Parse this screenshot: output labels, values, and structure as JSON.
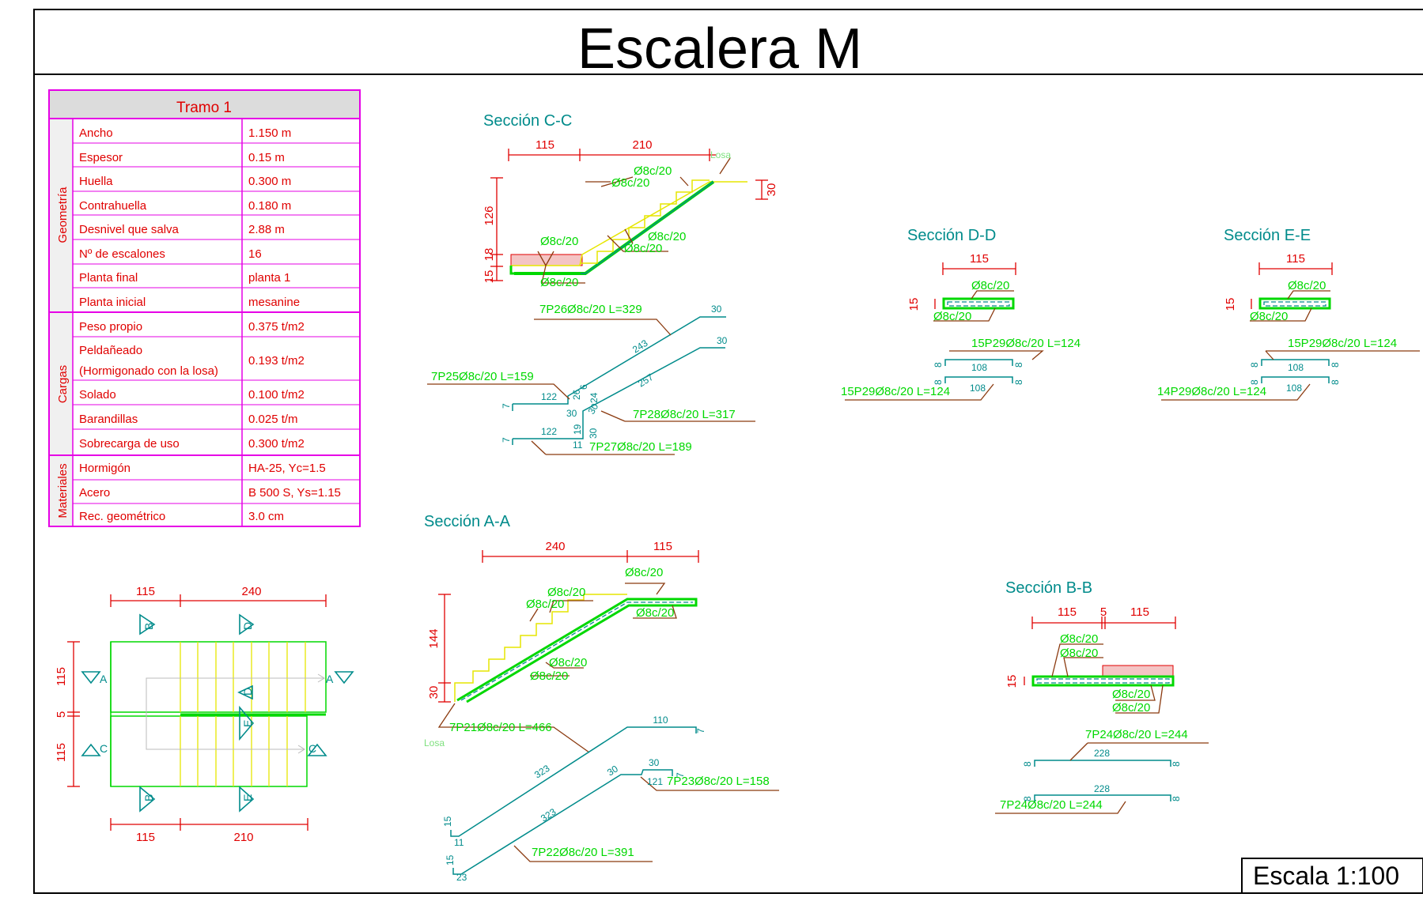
{
  "title": "Escalera M",
  "scale": "Escala 1:100",
  "table": {
    "header": "Tramo 1",
    "groups": [
      {
        "label": "Geometría",
        "rows": [
          {
            "k": "Ancho",
            "v": "1.150 m"
          },
          {
            "k": "Espesor",
            "v": "0.15 m"
          },
          {
            "k": "Huella",
            "v": "0.300 m"
          },
          {
            "k": "Contrahuella",
            "v": "0.180 m"
          },
          {
            "k": "Desnivel que salva",
            "v": "2.88 m"
          },
          {
            "k": "Nº de escalones",
            "v": "16"
          },
          {
            "k": "Planta final",
            "v": "planta 1"
          },
          {
            "k": "Planta inicial",
            "v": "mesanine"
          }
        ]
      },
      {
        "label": "Cargas",
        "rows": [
          {
            "k": "Peso propio",
            "v": "0.375 t/m2"
          },
          {
            "k": "Peldañeado",
            "k2": "(Hormigonado con la losa)",
            "v": "0.193 t/m2"
          },
          {
            "k": "Solado",
            "v": "0.100 t/m2"
          },
          {
            "k": "Barandillas",
            "v": "0.025 t/m"
          },
          {
            "k": "Sobrecarga de uso",
            "v": "0.300 t/m2"
          }
        ]
      },
      {
        "label": "Materiales",
        "rows": [
          {
            "k": "Hormigón",
            "v": "HA-25, Yc=1.5"
          },
          {
            "k": "Acero",
            "v": "B 500 S, Ys=1.15"
          },
          {
            "k": "Rec. geométrico",
            "v": "3.0 cm"
          }
        ]
      }
    ]
  },
  "plan": {
    "dims_top": [
      "115",
      "240"
    ],
    "dims_bottom": [
      "115",
      "210"
    ],
    "dims_left": [
      "115",
      "5",
      "115"
    ],
    "cut_labels": {
      "A": "A",
      "B": "B",
      "C": "C",
      "D": "D",
      "E": "E"
    }
  },
  "section_cc": {
    "title": "Sección C-C",
    "dims": [
      "115",
      "210",
      "30",
      "126",
      "18",
      "15"
    ],
    "losa": "Losa",
    "rebar": [
      "Ø8c/20",
      "Ø8c/20",
      "Ø8c/20",
      "Ø8c/20",
      "Ø8c/20",
      "Ø8c/20"
    ],
    "bars": {
      "b26": "7P26Ø8c/20 L=329",
      "b26_30": "30",
      "b26_243": "243",
      "b26_6": "6",
      "b25": "7P25Ø8c/20 L=159",
      "b25_122": "122",
      "b25_7": "7",
      "b25_30": "30",
      "b25_26": "26",
      "b28": "7P28Ø8c/20 L=317",
      "b28_257": "257",
      "b28_30": "30",
      "b28_24": "24",
      "b28_30b": "30",
      "b27": "7P27Ø8c/20 L=189",
      "b27_122": "122",
      "b27_7": "7",
      "b27_19": "19",
      "b27_30": "30",
      "b27_11": "11"
    }
  },
  "section_dd": {
    "title": "Sección D-D",
    "dim": "115",
    "thick": "15",
    "rebar": [
      "Ø8c/20",
      "Ø8c/20"
    ],
    "bar1": "15P29Ø8c/20 L=124",
    "bar2": "15P29Ø8c/20 L=124",
    "d108": "108",
    "d108b": "108",
    "d8": "8"
  },
  "section_ee": {
    "title": "Sección E-E",
    "dim": "115",
    "thick": "15",
    "rebar": [
      "Ø8c/20",
      "Ø8c/20"
    ],
    "bar1": "15P29Ø8c/20 L=124",
    "bar2": "14P29Ø8c/20 L=124",
    "d108": "108",
    "d108b": "108",
    "d8": "8"
  },
  "section_aa": {
    "title": "Sección A-A",
    "dims": [
      "240",
      "115",
      "144",
      "30"
    ],
    "losa": "Losa",
    "rebar": [
      "Ø8c/20",
      "Ø8c/20",
      "Ø8c/20",
      "Ø8c/20",
      "Ø8c/20",
      "Ø8c/20"
    ],
    "bars": {
      "b21": "7P21Ø8c/20 L=466",
      "b21_110": "110",
      "b21_7": "7",
      "b21_323": "323",
      "b21_15": "15",
      "b21_11": "11",
      "b23": "7P23Ø8c/20 L=158",
      "b23_30": "30",
      "b23_30b": "30",
      "b23_121": "121",
      "b23_7": "7",
      "b22": "7P22Ø8c/20 L=391",
      "b22_323": "323",
      "b22_15": "15",
      "b22_23": "23"
    }
  },
  "section_bb": {
    "title": "Sección B-B",
    "dims": [
      "115",
      "5",
      "115",
      "15"
    ],
    "rebar": [
      "Ø8c/20",
      "Ø8c/20",
      "Ø8c/20",
      "Ø8c/20"
    ],
    "bar1": "7P24Ø8c/20 L=244",
    "bar2": "7P24Ø8c/20 L=244",
    "d228": "228",
    "d228b": "228",
    "d8": "8"
  },
  "colors": {
    "red": "#e00000",
    "green": "#00d800",
    "teal": "#008b8b",
    "brown": "#8b3a0f",
    "yellow": "#e6e600",
    "magenta": "#e600e6"
  }
}
